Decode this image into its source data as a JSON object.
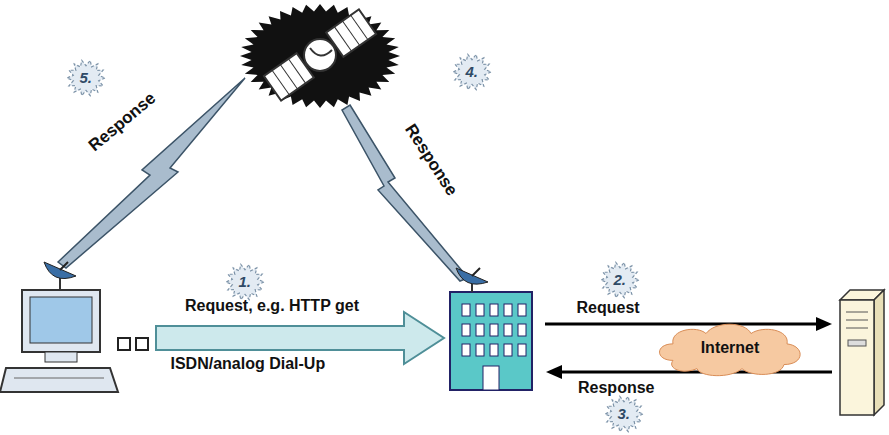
{
  "diagram": {
    "nodes": [
      {
        "text": [
          "Internet"
        ]
      }
    ],
    "labels": [
      "5.",
      "Response",
      "4.",
      "Response",
      "1.",
      "Request, e.g. HTTP get",
      "ISDN/analog Dial-Up",
      "2.",
      "Request",
      "Response",
      "3."
    ]
  }
}
